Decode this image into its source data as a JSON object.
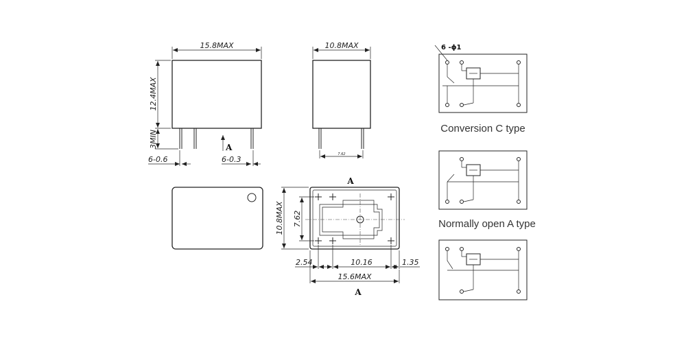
{
  "dimensions": {
    "top_width": "15.8MAX",
    "height": "12.4MAX",
    "pin_length": "3MIN",
    "pin_spacing_left": "6-0.6",
    "pin_spacing_right": "6-0.3",
    "side_width": "10.8MAX",
    "side_pin_gap": "7.62",
    "bottom_height": "10.8MAX",
    "bottom_inner": "7.62",
    "bottom_a": "2.54",
    "bottom_b": "10.16",
    "bottom_c": "1.35",
    "bottom_width": "15.6MAX"
  },
  "view_markers": {
    "arrow_a": "A",
    "bottom_top_a": "A",
    "bottom_bottom_a": "A"
  },
  "schematic_label": "6 -ϕ1",
  "captions": {
    "conversion_c": "Conversion C type",
    "normally_open_a": "Normally open A type"
  }
}
